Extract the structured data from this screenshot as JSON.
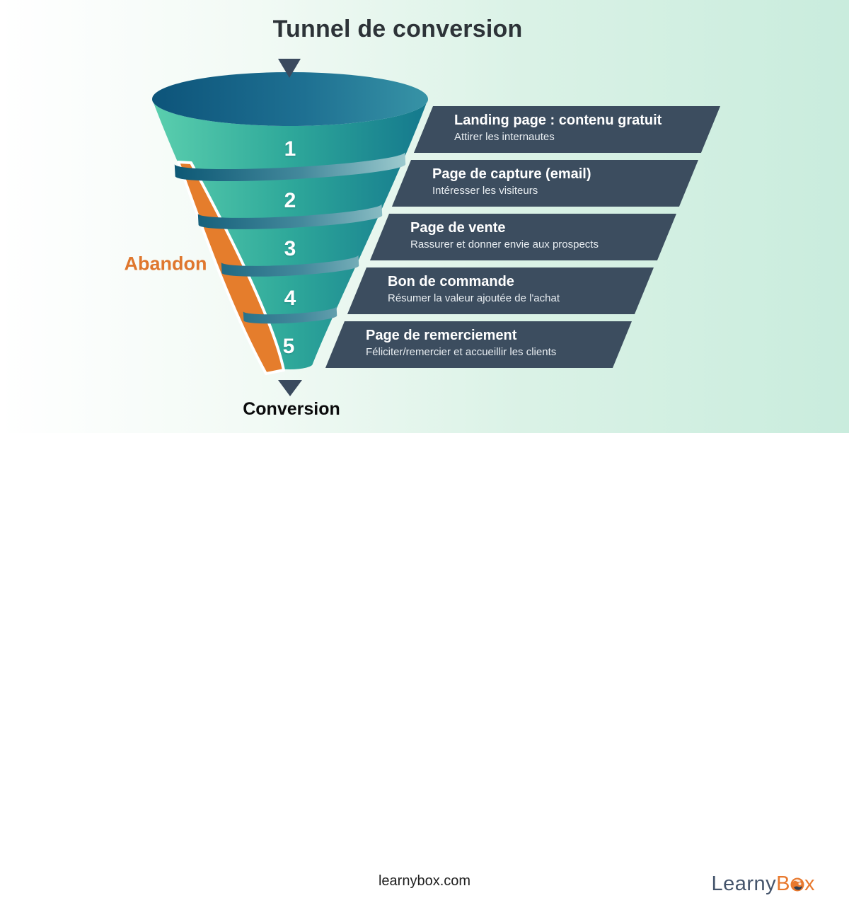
{
  "title": "Tunnel de conversion",
  "funnel": {
    "levels": [
      {
        "number": "1",
        "title": "Landing page : contenu gratuit",
        "subtitle": "Attirer les internautes"
      },
      {
        "number": "2",
        "title": "Page de capture (email)",
        "subtitle": "Intéresser les visiteurs"
      },
      {
        "number": "3",
        "title": "Page de vente",
        "subtitle": "Rassurer et donner envie aux prospects"
      },
      {
        "number": "4",
        "title": "Bon de commande",
        "subtitle": "Résumer la valeur ajoutée de l'achat"
      },
      {
        "number": "5",
        "title": "Page de remerciement",
        "subtitle": "Féliciter/remercier et accueillir les clients"
      }
    ],
    "abandon_label": "Abandon",
    "conversion_label": "Conversion"
  },
  "footer": {
    "website": "learnybox.com",
    "logo": {
      "part1": "Learny",
      "part2_b": "B",
      "part2_x": "x"
    }
  },
  "colors": {
    "orange": "#e57d2c",
    "slate_banner": "#3c4d5f",
    "teal_light": "#5bcfae",
    "teal_dark": "#14788d",
    "navy_band": "#0d5875",
    "mint_background": "#c9ecdd"
  }
}
